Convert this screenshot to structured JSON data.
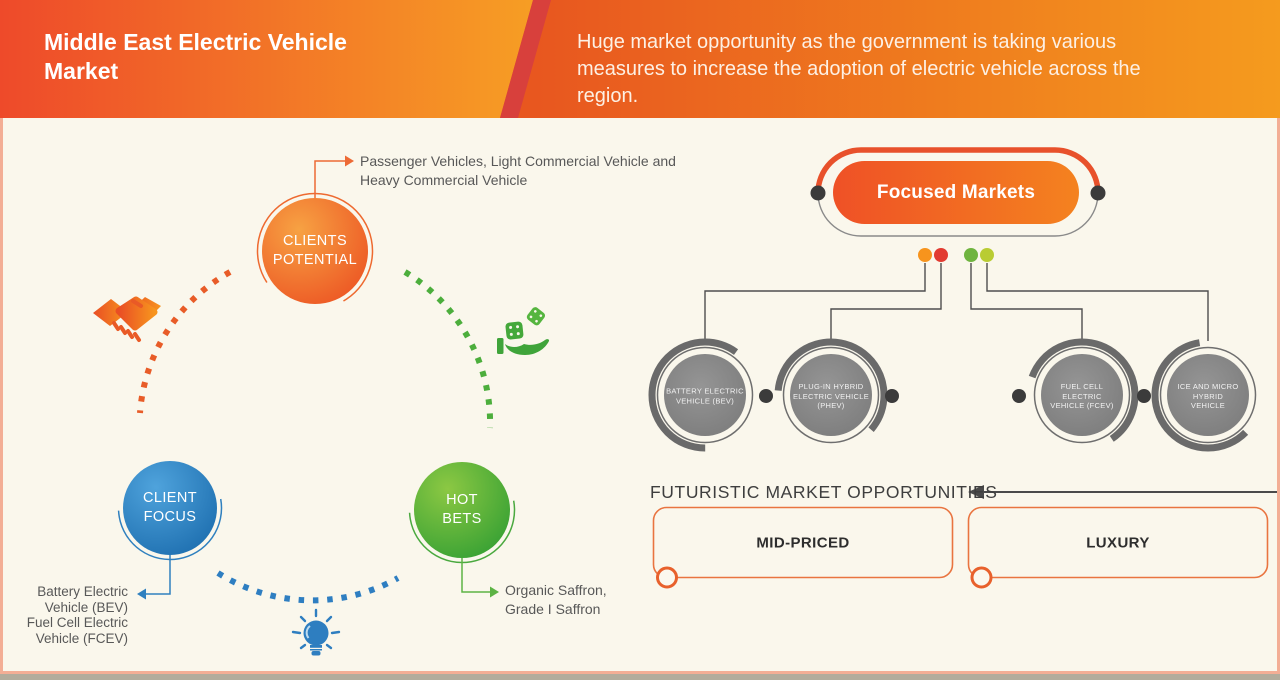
{
  "header": {
    "title": "Middle East Electric Vehicle\nMarket",
    "subtitle": "Huge market opportunity as the government is taking various\nmeasures to increase the adoption of electric vehicle across the\nregion."
  },
  "left_diagram": {
    "clients_potential": {
      "label": "CLIENTS\nPOTENTIAL",
      "note": "Passenger Vehicles, Light Commercial Vehicle and\nHeavy Commercial Vehicle"
    },
    "client_focus": {
      "label": "CLIENT\nFOCUS",
      "note": "Battery Electric\nVehicle (BEV)\nFuel Cell Electric\nVehicle (FCEV)"
    },
    "hot_bets": {
      "label": "HOT\nBETS",
      "note": "Organic Saffron,\nGrade I Saffron"
    },
    "icons": [
      "handshake-icon",
      "dice-hand-icon",
      "lightbulb-icon"
    ]
  },
  "right_diagram": {
    "focused_markets_label": "Focused Markets",
    "segments": [
      {
        "label": "BATTERY ELECTRIC\nVEHICLE (BEV)"
      },
      {
        "label": "PLUG-IN HYBRID\nELECTRIC VEHICLE\n(PHEV)"
      },
      {
        "label": "FUEL CELL ELECTRIC\nVEHICLE (FCEV)"
      },
      {
        "label": "ICE AND MICRO\nHYBRID\nVEHICLE"
      }
    ],
    "futuristic_heading": "FUTURISTIC MARKET OPPORTUNITIES",
    "opportunities": [
      {
        "label": "MID-PRICED"
      },
      {
        "label": "LUXURY"
      }
    ]
  },
  "colors": {
    "header_gradient_start": "#ee4a2a",
    "header_gradient_end": "#f59b1e",
    "header_slash": "#d8403c",
    "background": "#faf7ec",
    "frame": "#f3ae95",
    "orange_circle": "#ec5222",
    "blue_circle": "#1c6dae",
    "green_circle": "#339f33",
    "gray_circle": "#838383",
    "dot_orange": "#f7941d",
    "dot_red": "#e23b31",
    "dot_green": "#6fb43f",
    "dot_yellow": "#b9cc33",
    "line_dark": "#4e4e4e",
    "box_border": "#e97440"
  }
}
